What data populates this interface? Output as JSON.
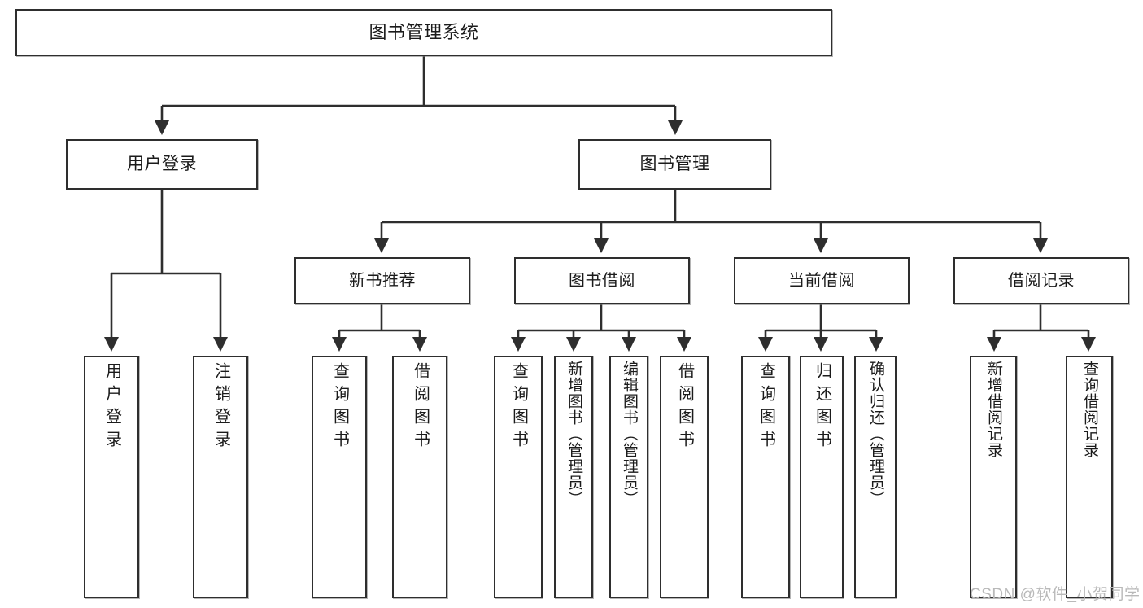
{
  "diagram": {
    "title": "图书管理系统",
    "type": "tree-hierarchy",
    "orientation": "top-down",
    "colors": {
      "box_border": "#2e2e2e",
      "box_fill": "#ffffff",
      "edge": "#2e2e2e",
      "text": "#1b1b1b",
      "watermark": "#b9b9b9",
      "canvas": "#ffffff"
    }
  },
  "root": {
    "label": "图书管理系统"
  },
  "level2": [
    {
      "label": "用户登录"
    },
    {
      "label": "图书管理"
    }
  ],
  "level3": [
    {
      "label": "新书推荐"
    },
    {
      "label": "图书借阅"
    },
    {
      "label": "当前借阅"
    },
    {
      "label": "借阅记录"
    }
  ],
  "leaves": {
    "user_login": [
      {
        "label": "用户登录"
      },
      {
        "label": "注销登录"
      }
    ],
    "new_book_recommend": [
      {
        "label": "查询图书"
      },
      {
        "label": "借阅图书"
      }
    ],
    "book_borrow": [
      {
        "label": "查询图书"
      },
      {
        "label": "新增图书（管理员）"
      },
      {
        "label": "编辑图书（管理员）"
      },
      {
        "label": "借阅图书"
      }
    ],
    "current_borrow": [
      {
        "label": "查询图书"
      },
      {
        "label": "归还图书"
      },
      {
        "label": "确认归还（管理员）"
      }
    ],
    "borrow_record": [
      {
        "label": "新增借阅记录"
      },
      {
        "label": "查询借阅记录"
      }
    ]
  },
  "watermark": {
    "text": "CSDN @软件_小贺同学"
  }
}
